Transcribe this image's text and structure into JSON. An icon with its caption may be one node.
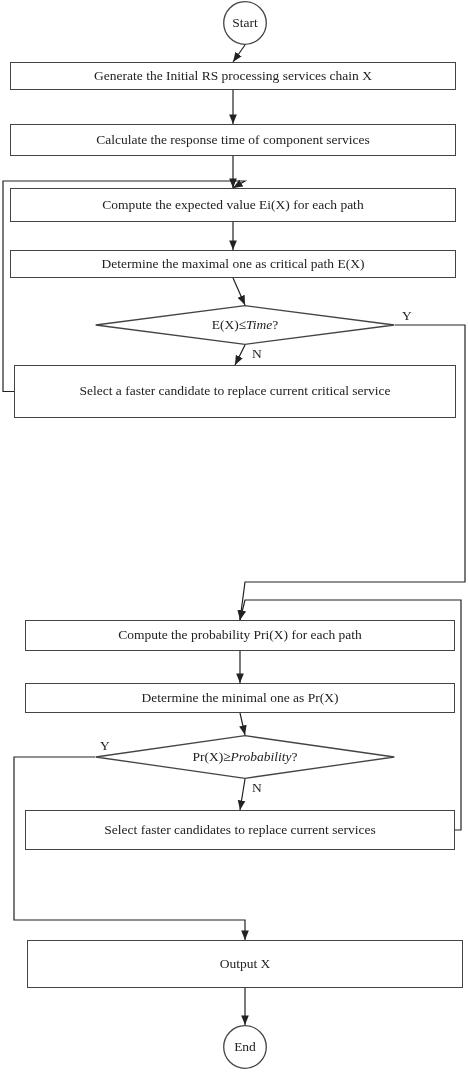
{
  "diagram": {
    "nodes": [
      {
        "text": [
          "Start"
        ]
      },
      {
        "text": [
          "Generate the Initial RS processing services chain X"
        ]
      },
      {
        "text": [
          "Calculate the response time of component services"
        ]
      },
      {
        "text": [
          "Compute the expected value Ei(X) for each path"
        ]
      },
      {
        "text": [
          "Determine the maximal one as critical path E(X)"
        ]
      },
      {
        "text": [
          "E(X)≤*Time*?"
        ]
      },
      {
        "text": [
          "Select a faster candidate to replace current critical service"
        ]
      },
      {
        "text": [
          "Compute the probability Pri(X) for each path"
        ]
      },
      {
        "text": [
          "Determine the minimal one as Pr(X)"
        ]
      },
      {
        "text": [
          "Pr(X)≥*Probability*?"
        ]
      },
      {
        "text": [
          "Select faster candidates to replace current services"
        ]
      },
      {
        "text": [
          "Output X"
        ]
      },
      {
        "text": [
          "End"
        ]
      }
    ],
    "edges": [
      {
        "from": 0,
        "to": 1,
        "arrow": "to"
      },
      {
        "from": 1,
        "to": 2,
        "arrow": "to"
      },
      {
        "from": 2,
        "to": 3,
        "arrow": "to"
      },
      {
        "from": 3,
        "to": 4,
        "arrow": "to"
      },
      {
        "from": 4,
        "to": 5,
        "arrow": "to"
      },
      {
        "from": 5,
        "to": 6,
        "label": "N",
        "arrow": "to"
      },
      {
        "from": 6,
        "to": 3,
        "arrow": "to"
      },
      {
        "from": 5,
        "to": 7,
        "label": "Y",
        "arrow": "to"
      },
      {
        "from": 10,
        "to": 7,
        "arrow": "to"
      },
      {
        "from": 7,
        "to": 8,
        "arrow": "to"
      },
      {
        "from": 8,
        "to": 9,
        "arrow": "to"
      },
      {
        "from": 9,
        "to": 10,
        "label": "N",
        "arrow": "to"
      },
      {
        "from": 9,
        "to": 11,
        "label": "Y",
        "arrow": "to"
      },
      {
        "from": 11,
        "to": 12,
        "arrow": "to"
      }
    ]
  }
}
